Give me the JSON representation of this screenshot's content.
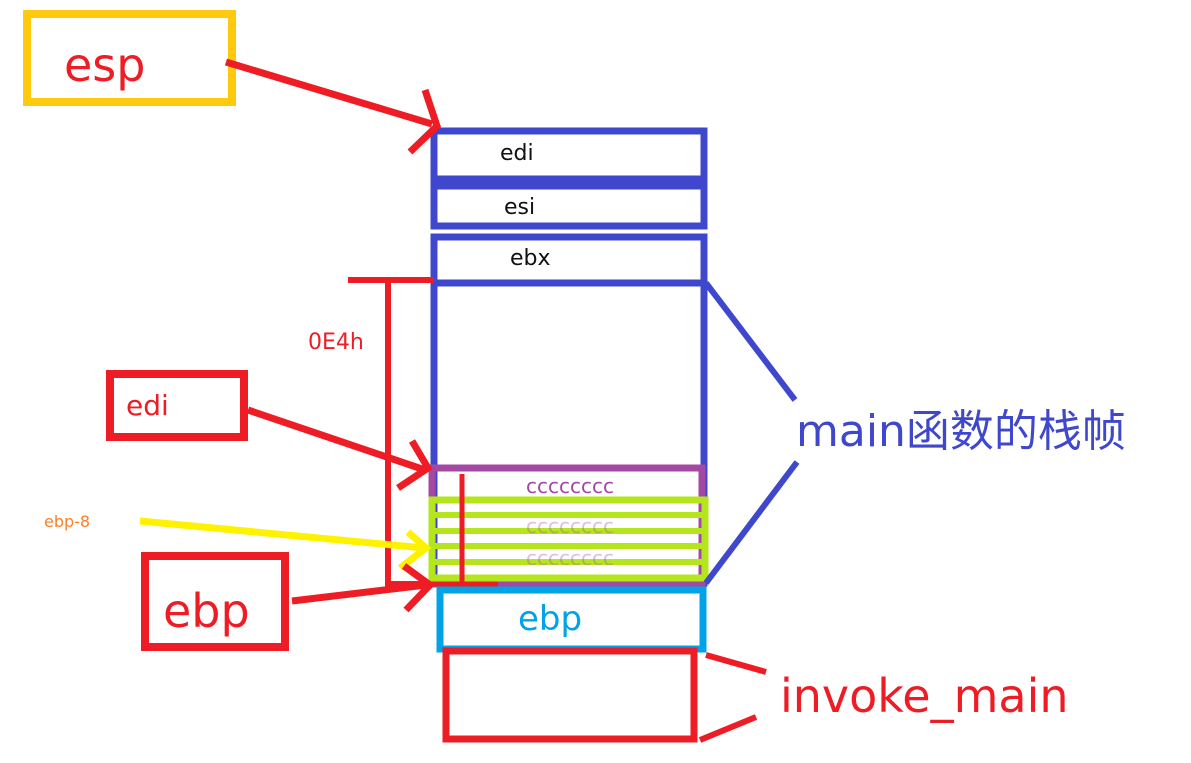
{
  "labels": {
    "esp": "esp",
    "edi_pointer": "edi",
    "ebp_minus_8": "ebp-8",
    "ebp_pointer": "ebp",
    "offset": "0E4h",
    "main_frame": "main函数的栈帧",
    "invoke_main": "invoke_main"
  },
  "stack_cells": {
    "edi": "edi",
    "esi": "esi",
    "ebx": "ebx",
    "fill_top": "cccccccc",
    "fill_mid": "cccccccc",
    "fill_bottom": "cccccccc",
    "saved_ebp": "ebp"
  },
  "colors": {
    "red": "#ee1c24",
    "blue": "#3f48cc",
    "yellow_border": "#ffc90e",
    "purple": "#a349a4",
    "lime": "#b5e61d",
    "cyan": "#00a2e8",
    "yellow": "#fff200",
    "orange": "#ff7f27"
  }
}
